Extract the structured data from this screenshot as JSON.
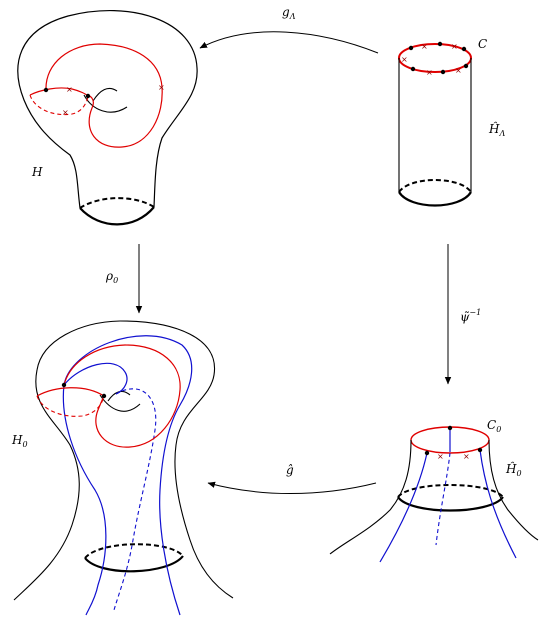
{
  "labels": {
    "g_lambda": {
      "main": "g",
      "sub": "Λ"
    },
    "C": {
      "main": "C"
    },
    "H_hat_lambda": {
      "main": "Ĥ",
      "sub": "Λ"
    },
    "H": {
      "main": "H"
    },
    "rho_0": {
      "main": "ρ",
      "sub": "0"
    },
    "psi_tilde_inv": {
      "main": "ψ̃",
      "sup": "−1"
    },
    "H_0": {
      "main": "H",
      "sub": "0"
    },
    "C_0": {
      "main": "C",
      "sub": "0"
    },
    "H_hat_0": {
      "main": "Ĥ",
      "sub": "0"
    },
    "g_hat": {
      "main": "ĝ"
    }
  },
  "colors": {
    "red": "#e00000",
    "blue": "#1010d0",
    "black": "#000000",
    "dark_red": "#8b0000"
  }
}
